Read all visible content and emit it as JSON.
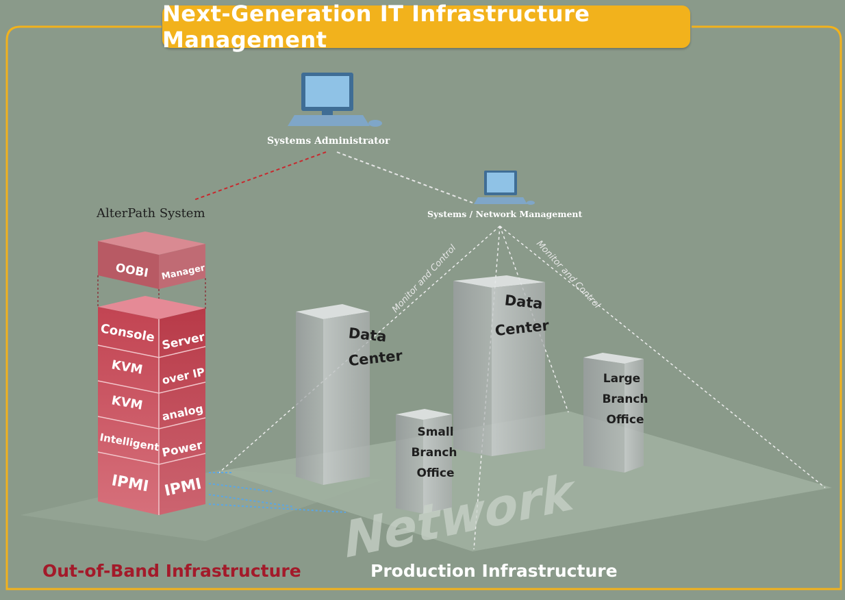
{
  "title": "Next-Generation IT Infrastructure Management",
  "nodes": {
    "admin": "Systems Administrator",
    "net_mgmt": "Systems / Network Management",
    "alterpath": "AlterPath System"
  },
  "links": {
    "monitor_left": "Monitor and Control",
    "monitor_right": "Monitor and Control"
  },
  "stack": {
    "top": [
      "OOBI",
      "Manager"
    ],
    "layers": [
      [
        "Console",
        "Server"
      ],
      [
        "KVM",
        "over IP"
      ],
      [
        "KVM",
        "analog"
      ],
      [
        "Intelligent",
        "Power"
      ],
      [
        "IPMI",
        "IPMI"
      ]
    ]
  },
  "buildings": {
    "dc_left": [
      "Data",
      "Center"
    ],
    "dc_right": [
      "Data",
      "Center"
    ],
    "small_branch": [
      "Small",
      "Branch",
      "Office"
    ],
    "large_branch": [
      "Large",
      "Branch",
      "Office"
    ]
  },
  "network_label": "Network",
  "footer": {
    "out_of_band": "Out-of-Band Infrastructure",
    "production": "Production Infrastructure"
  },
  "colors": {
    "background": "#8a9a8a",
    "title_bar": "#f2b21c",
    "frame": "#f2b21c",
    "oob_red": "#a31a2a"
  }
}
